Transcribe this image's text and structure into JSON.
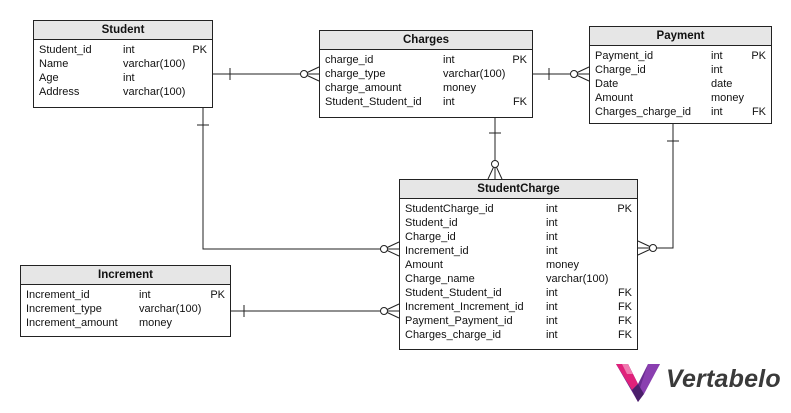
{
  "tables": {
    "student": {
      "name": "Student",
      "columns": [
        {
          "name": "Student_id",
          "type": "int",
          "key": "PK"
        },
        {
          "name": "Name",
          "type": "varchar(100)",
          "key": ""
        },
        {
          "name": "Age",
          "type": "int",
          "key": ""
        },
        {
          "name": "Address",
          "type": "varchar(100)",
          "key": ""
        }
      ]
    },
    "charges": {
      "name": "Charges",
      "columns": [
        {
          "name": "charge_id",
          "type": "int",
          "key": "PK"
        },
        {
          "name": "charge_type",
          "type": "varchar(100)",
          "key": ""
        },
        {
          "name": "charge_amount",
          "type": "money",
          "key": ""
        },
        {
          "name": "Student_Student_id",
          "type": "int",
          "key": "FK"
        }
      ]
    },
    "payment": {
      "name": "Payment",
      "columns": [
        {
          "name": "Payment_id",
          "type": "int",
          "key": "PK"
        },
        {
          "name": "Charge_id",
          "type": "int",
          "key": ""
        },
        {
          "name": "Date",
          "type": "date",
          "key": ""
        },
        {
          "name": "Amount",
          "type": "money",
          "key": ""
        },
        {
          "name": "Charges_charge_id",
          "type": "int",
          "key": "FK"
        }
      ]
    },
    "studentcharge": {
      "name": "StudentCharge",
      "columns": [
        {
          "name": "StudentCharge_id",
          "type": "int",
          "key": "PK"
        },
        {
          "name": "Student_id",
          "type": "int",
          "key": ""
        },
        {
          "name": "Charge_id",
          "type": "int",
          "key": ""
        },
        {
          "name": "Increment_id",
          "type": "int",
          "key": ""
        },
        {
          "name": "Amount",
          "type": "money",
          "key": ""
        },
        {
          "name": "Charge_name",
          "type": "varchar(100)",
          "key": ""
        },
        {
          "name": "Student_Student_id",
          "type": "int",
          "key": "FK"
        },
        {
          "name": "Increment_Increment_id",
          "type": "int",
          "key": "FK"
        },
        {
          "name": "Payment_Payment_id",
          "type": "int",
          "key": "FK"
        },
        {
          "name": "Charges_charge_id",
          "type": "int",
          "key": "FK"
        }
      ]
    },
    "increment": {
      "name": "Increment",
      "columns": [
        {
          "name": "Increment_id",
          "type": "int",
          "key": "PK"
        },
        {
          "name": "Increment_type",
          "type": "varchar(100)",
          "key": ""
        },
        {
          "name": "Increment_amount",
          "type": "money",
          "key": ""
        }
      ]
    }
  },
  "relationships": [
    {
      "from": "Student",
      "to": "Charges",
      "one_end": "Student",
      "many_end": "Charges"
    },
    {
      "from": "Charges",
      "to": "Payment",
      "one_end": "Charges",
      "many_end": "Payment"
    },
    {
      "from": "Charges",
      "to": "StudentCharge",
      "one_end": "Charges",
      "many_end": "StudentCharge"
    },
    {
      "from": "Student",
      "to": "StudentCharge",
      "one_end": "Student",
      "many_end": "StudentCharge"
    },
    {
      "from": "Payment",
      "to": "StudentCharge",
      "one_end": "Payment",
      "many_end": "StudentCharge"
    },
    {
      "from": "Increment",
      "to": "StudentCharge",
      "one_end": "Increment",
      "many_end": "StudentCharge"
    }
  ],
  "logo": {
    "text": "Vertabelo"
  },
  "colors": {
    "line": "#222222",
    "header_bg": "#e6e6e6",
    "logo_pink": "#e0217a",
    "logo_purple": "#6a2c91"
  }
}
